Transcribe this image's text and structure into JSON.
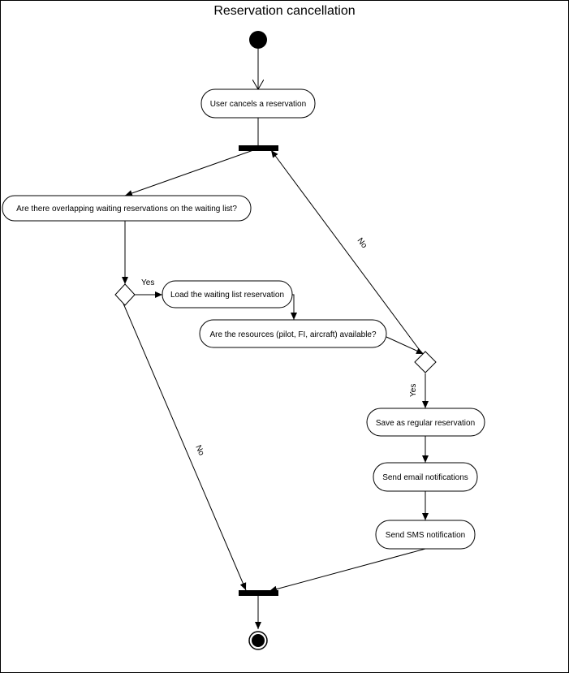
{
  "diagram": {
    "title": "Reservation cancellation",
    "activities": {
      "user_cancels": "User cancels a reservation",
      "overlapping_check": "Are there overlapping waiting reservations on the waiting list?",
      "load_waiting": "Load the waiting list reservation",
      "resources_check": "Are the resources (pilot, FI, aircraft) available?",
      "save_regular": "Save as regular reservation",
      "send_email": "Send email notifications",
      "send_sms": "Send SMS notification"
    },
    "guards": {
      "yes_waiting": "Yes",
      "no_waiting": "No",
      "yes_resources": "Yes",
      "no_resources": "No"
    }
  }
}
